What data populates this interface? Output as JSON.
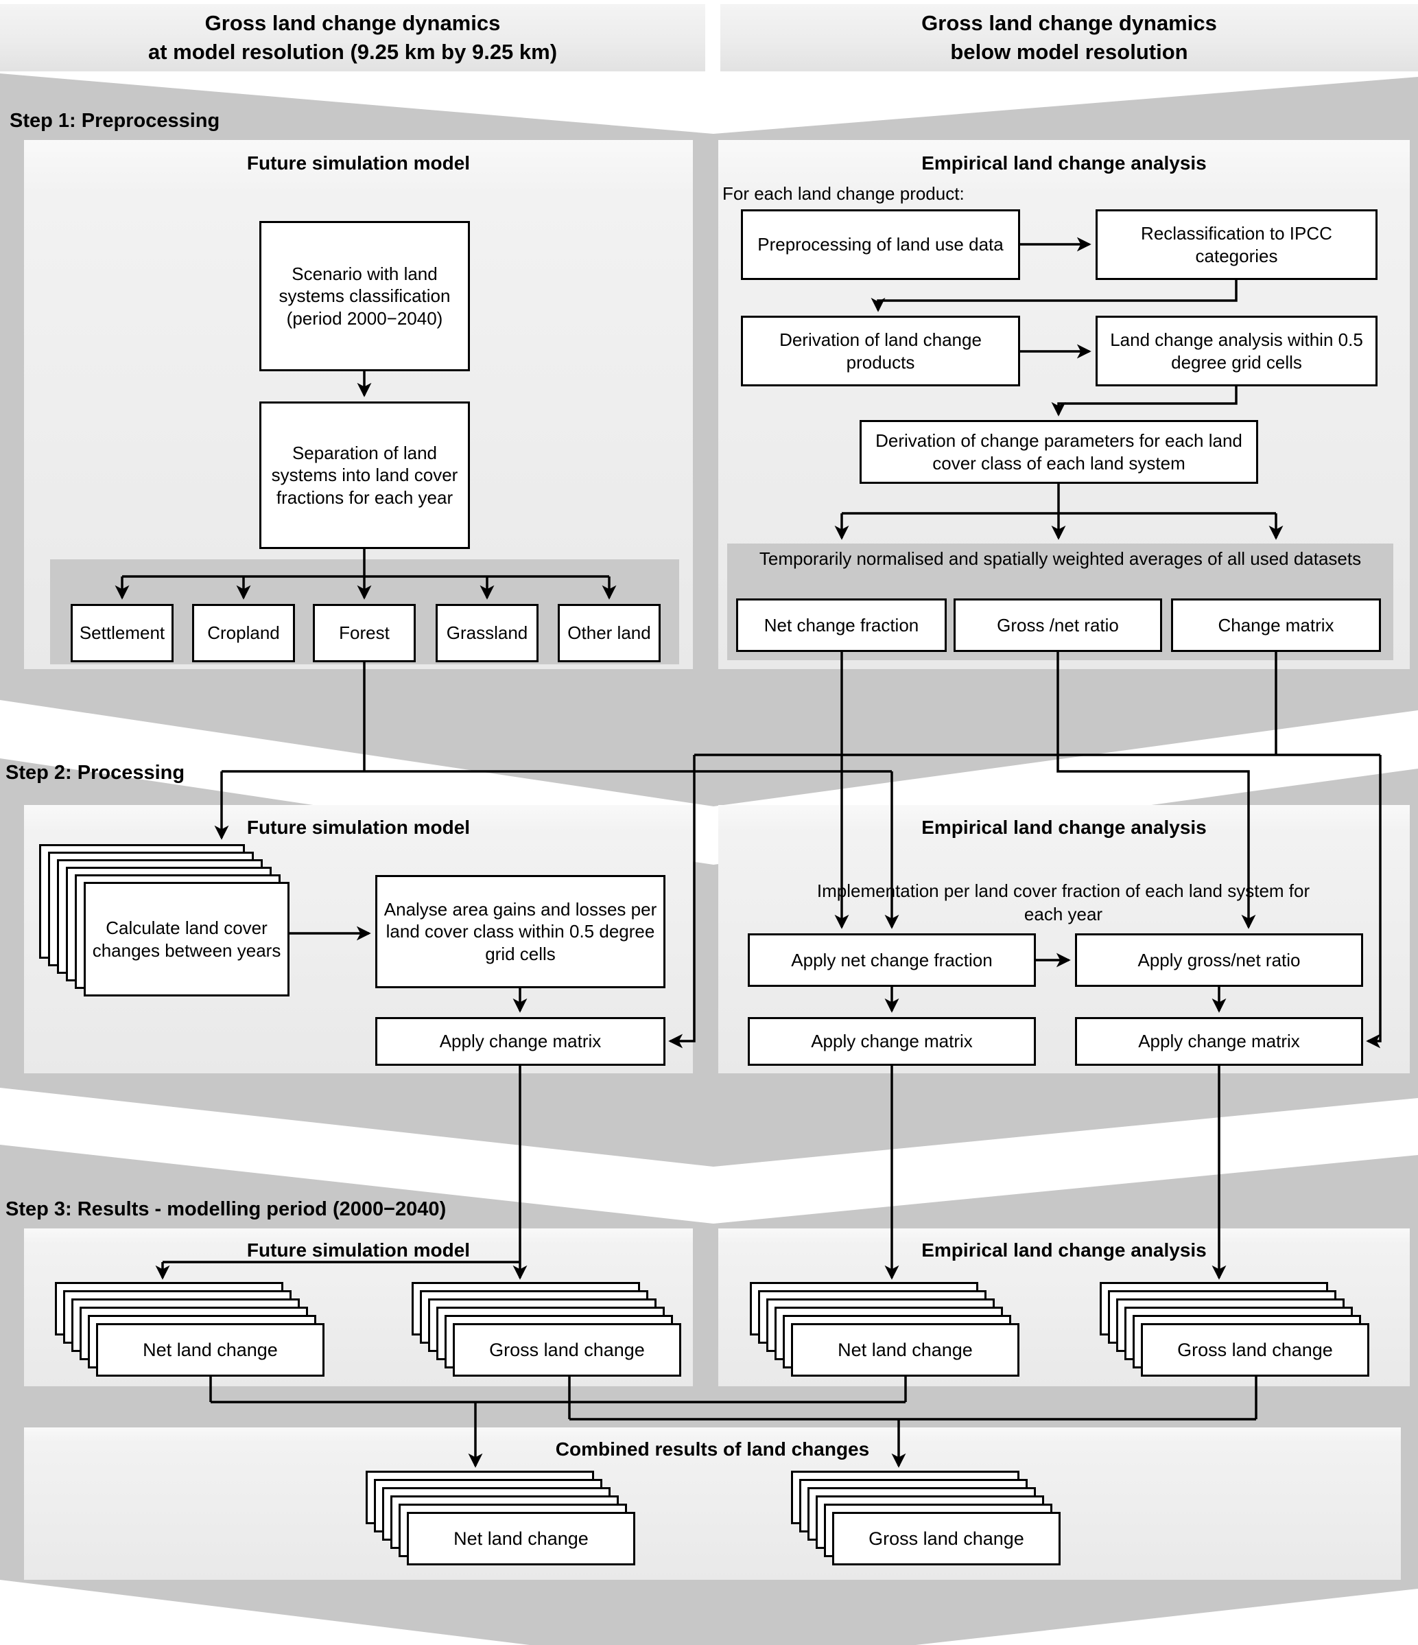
{
  "headers": {
    "left": "Gross land change dynamics\nat model resolution (9.25 km by 9.25 km)",
    "right": "Gross land change dynamics\nbelow model resolution"
  },
  "steps": {
    "step1": "Step 1: Preprocessing",
    "step2": "Step 2: Processing",
    "step3": "Step 3: Results - modelling period (2000−2040)"
  },
  "panel_titles": {
    "future_simulation_model": "Future simulation model",
    "empirical_land_change_analysis": "Empirical land change analysis"
  },
  "step1": {
    "fsm": {
      "scenario_box": "Scenario with land systems classification (period 2000−2040)",
      "separation_box": "Separation of land systems into land cover fractions for each year",
      "classes": [
        "Settlement",
        "Cropland",
        "Forest",
        "Grassland",
        "Other land"
      ]
    },
    "elca": {
      "intro": "For each land change product:",
      "preprocessing_box": "Preprocessing of land use data",
      "reclassification_box": "Reclassification to IPCC categories",
      "derivation_products_box": "Derivation of land change products",
      "grid_analysis_box": "Land change analysis within 0.5 degree grid cells",
      "change_parameters_box": "Derivation of change parameters for each land cover class of each land system",
      "averages_band": "Temporarily normalised and spatially weighted averages of all used datasets",
      "outputs": [
        "Net change fraction",
        "Gross /net ratio",
        "Change matrix"
      ]
    }
  },
  "step2": {
    "fsm": {
      "calc_stack": "Calculate land cover changes between years",
      "analyse_box": "Analyse area gains and losses per land cover class within 0.5 degree grid cells",
      "apply_matrix_box": "Apply change matrix"
    },
    "elca": {
      "implementation_note": "Implementation per land cover fraction of each land system for each year",
      "apply_net_box": "Apply net change fraction",
      "apply_gross_box": "Apply gross/net ratio",
      "apply_matrix_left_box": "Apply change matrix",
      "apply_matrix_right_box": "Apply change matrix"
    }
  },
  "step3": {
    "fsm": {
      "net": "Net land change",
      "gross": "Gross land change"
    },
    "elca": {
      "net": "Net land change",
      "gross": "Gross land change"
    },
    "combined": {
      "title": "Combined results of land changes",
      "net": "Net land change",
      "gross": "Gross land change"
    }
  },
  "colors": {
    "outer_band_gray": "#c7c7c7",
    "inner_band_gray": "#c9c9c9",
    "panel_light": "#f2f2f2",
    "box_border": "#000000"
  }
}
